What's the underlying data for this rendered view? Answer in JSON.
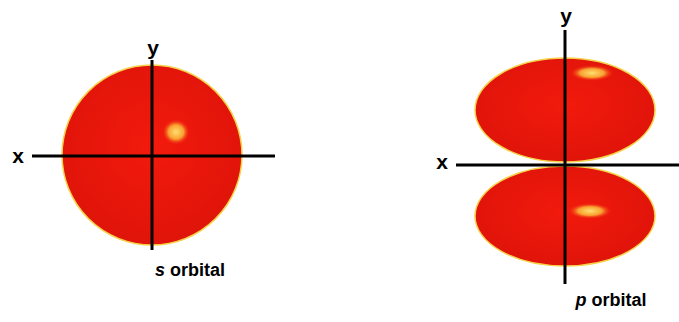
{
  "diagram": {
    "labels": [
      "y",
      "x",
      "s orbital",
      "y",
      "x",
      "p orbital"
    ]
  }
}
